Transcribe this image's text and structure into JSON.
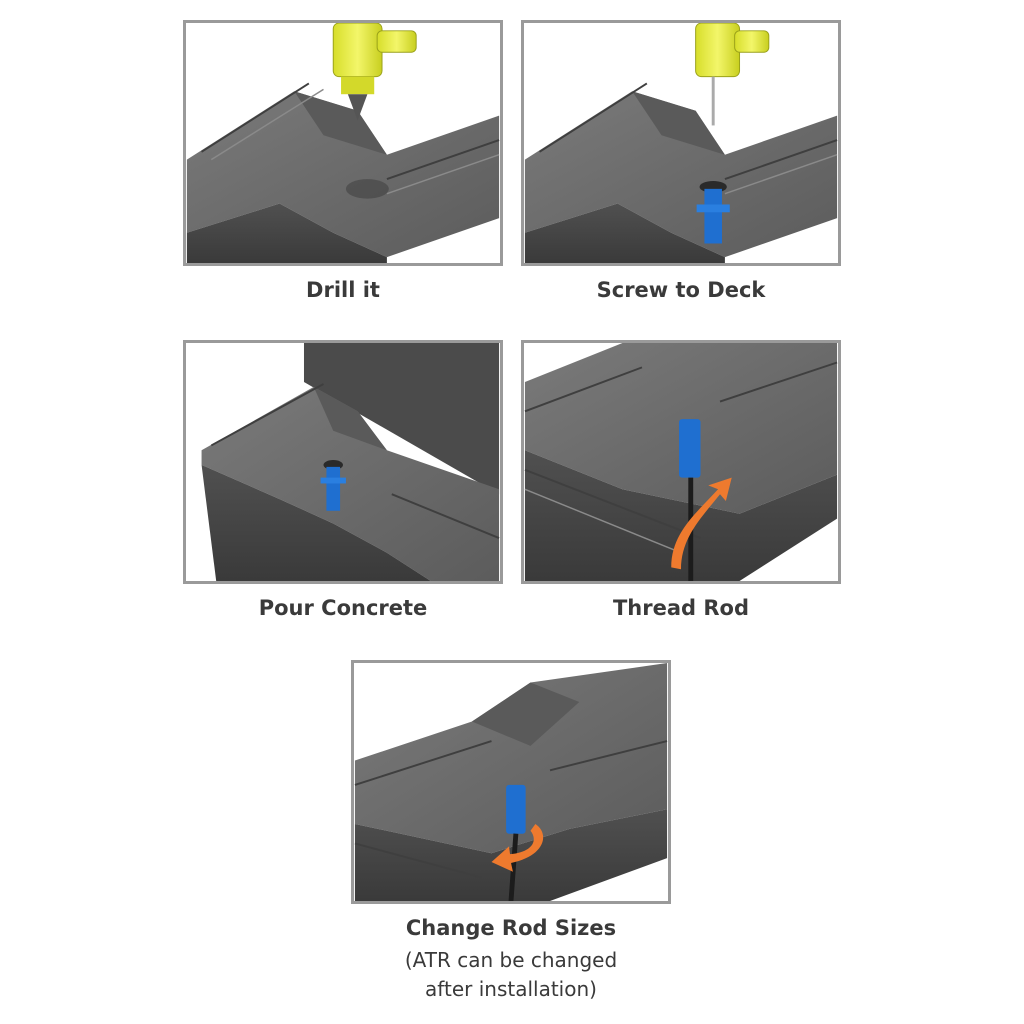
{
  "steps": [
    {
      "caption": "Drill it"
    },
    {
      "caption": "Screw to Deck"
    },
    {
      "caption": "Pour Concrete"
    },
    {
      "caption": "Thread Rod"
    },
    {
      "caption": "Change Rod Sizes"
    }
  ],
  "note_line1": "(ATR can be changed",
  "note_line2": "after installation)",
  "colors": {
    "deck": "#6e6e6e",
    "deck_dark": "#4a4a4a",
    "drill": "#e6ec3a",
    "insert": "#1f6fd0",
    "arrow": "#ee7a2e",
    "border": "#9a9a9a"
  },
  "icons": [
    "drill-icon",
    "insert-icon",
    "rotation-arrow-icon"
  ]
}
